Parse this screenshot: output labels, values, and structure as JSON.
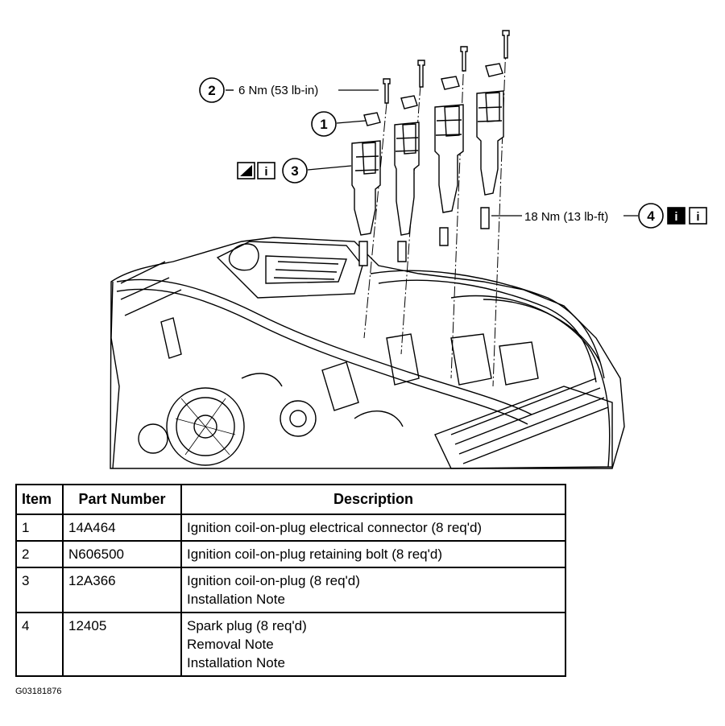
{
  "diagram": {
    "callouts": [
      {
        "num": "2",
        "torque": "6 Nm (53 lb-in)"
      },
      {
        "num": "1"
      },
      {
        "num": "3"
      },
      {
        "num": "4",
        "torque": "18 Nm (13 lb-ft)"
      }
    ],
    "info_icon": "i"
  },
  "table": {
    "headers": {
      "item": "Item",
      "part_number": "Part Number",
      "description": "Description"
    },
    "rows": [
      {
        "item": "1",
        "part_number": "14A464",
        "description": [
          "Ignition coil-on-plug electrical connector (8 req'd)"
        ]
      },
      {
        "item": "2",
        "part_number": "N606500",
        "description": [
          "Ignition coil-on-plug retaining bolt (8 req'd)"
        ]
      },
      {
        "item": "3",
        "part_number": "12A366",
        "description": [
          "Ignition coil-on-plug (8 req'd)",
          "Installation Note"
        ]
      },
      {
        "item": "4",
        "part_number": "12405",
        "description": [
          "Spark plug (8 req'd)",
          "Removal Note",
          "Installation Note"
        ]
      }
    ]
  },
  "figure_id": "G03181876"
}
